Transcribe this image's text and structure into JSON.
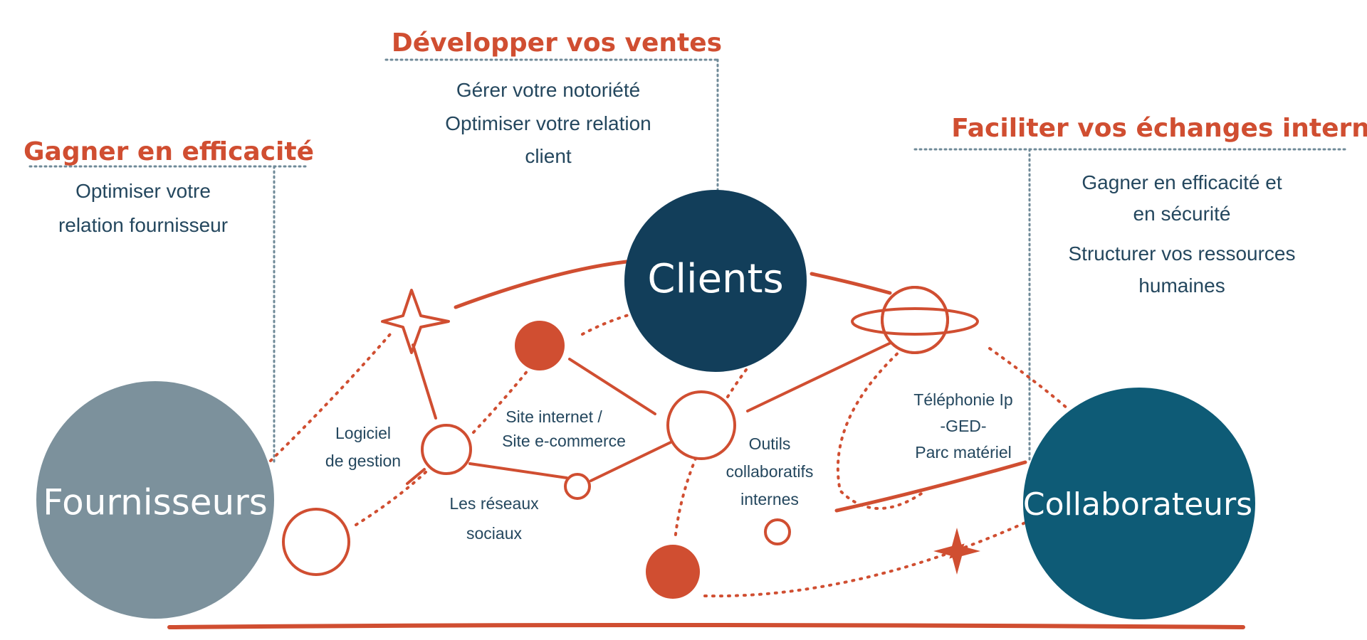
{
  "colors": {
    "accent": "#D04E31",
    "text_dark": "#24475E",
    "fournisseurs_fill": "#7C919C",
    "clients_fill": "#123E5A",
    "collaborateurs_fill": "#0E5B76",
    "dotted_rule": "#6F8A98",
    "white": "#FFFFFF"
  },
  "sections": {
    "left": {
      "heading": "Gagner en efficacité",
      "lines": [
        "Optimiser votre",
        "relation fournisseur"
      ]
    },
    "center": {
      "heading": "Développer vos ventes",
      "lines": [
        "Gérer votre notoriété",
        "Optimiser votre relation",
        "client"
      ]
    },
    "right": {
      "heading": "Faciliter vos échanges internes",
      "lines": [
        "Gagner en efficacité et",
        "en sécurité",
        "Structurer vos ressources",
        "humaines"
      ]
    }
  },
  "nodes": {
    "fournisseurs": "Fournisseurs",
    "clients": "Clients",
    "collaborateurs": "Collaborateurs"
  },
  "labels": {
    "logiciel": [
      "Logiciel",
      "de gestion"
    ],
    "site": [
      "Site internet /",
      "Site e-commerce"
    ],
    "reseaux": [
      "Les réseaux",
      "sociaux"
    ],
    "outils": [
      "Outils",
      "collaboratifs",
      "internes"
    ],
    "telephonie": [
      "Téléphonie Ip",
      "-GED-",
      "Parc matériel"
    ]
  },
  "icons": {
    "star_left": "four-point-star-icon",
    "star_right": "eight-point-star-icon",
    "planet": "ringed-planet-icon"
  }
}
